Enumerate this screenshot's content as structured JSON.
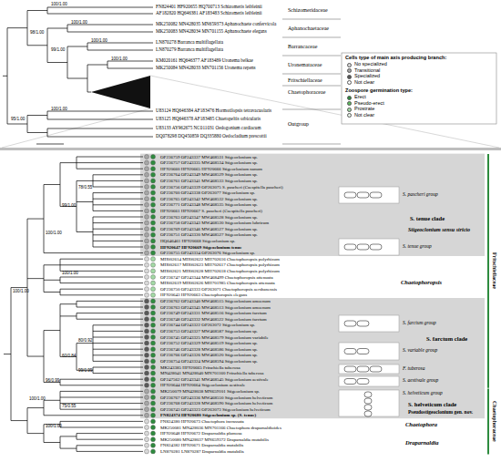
{
  "diagram": {
    "labels": [
      "FN824401 HF920655 HQ700713 Schizomeris leibleinii",
      "AF182820 HQ646381 AF183483 Schizomeris leibleinii",
      "MK250082 MN428035 MN659373 Aphanochaete confervicola",
      "MK250083 MN428034 MN701155 Aphanochaete elegans",
      "LN870278 Barranca multiflagellata",
      "LN870279 Barranca multiflagellata",
      "KM020161 HQ646377 AF183489 Uronema belkae",
      "MK250084 MN428033 MN701156 Uronema repens",
      "U83124 HQ646384 AF183476 Hormotilopsis tetravacuolaris",
      "U83125 HQ646378 AF183485 Chaetopeltis orbicularis",
      "U83133 AY962675 NC011031 Oedogonium cardiacum",
      "DQ078298 DQ450859 DQ335880 Oedocladium prescottii",
      "Schizomeridaceae",
      "Aphanochaetaceae",
      "Barrancaceae",
      "Uronemataceae",
      "Fritschiellaceae",
      "Chaetophoraceae",
      "Outgroup",
      "100/1.00",
      "100/1.00",
      "100/1.00",
      "100/1.00",
      "98/1.00",
      "99/1.00",
      "100/1.00",
      "95/1.00",
      "Cells type of main axis producing branch:",
      "Zoospore germination type:",
      "OP236759 OP243337 MW468531 Stigeoclonium sp.",
      "OP236757 OP243335 MW468534 Stigeoclonium sp.",
      "HF920660 HF920665 HF920666 Stigeoclonium nanum",
      "OP236764 OP243349 MW468529 Stigeoclonium sp.",
      "OP236761 OP243341 MW468533 Stigeoclonium sp.",
      "OP236756 OP243339 OP263075 S. pascheri (Caespitella pascheri)",
      "OP236760 OP243338 OP263077 Stigeoclonium sp.",
      "OP236765 OP243342 MW468532 Stigeoclonium sp.",
      "OP236771 OP243348 MW468535 Stigeoclonium sp.",
      "HF920661 HF920667 S. pascheri (Caespitella pascheri)",
      "OP236763 OP243347 MW468528 Stigeoclonium sp.",
      "OP236758 OP243343 MW468530 Stigeoclonium lubricum",
      "OP236769 OP243346 MW468527 Stigeoclonium sp.",
      "OP236751 OP243330 MW468527 Stigeoclonium sp.",
      "HQ646461 HF920668 Stigeoclonium sp.",
      "HF920647 HF920669 Stigeoclonium tenue",
      "OP236755 OP243334 OP263076 Stigeoclonium sp.",
      "MH002614 MH002622 MH702616 Chaetophoropsis polyrhizum",
      "MH002617 MH002623 MH702617 Chaetophoropsis polyrhizum",
      "MH002621 MH002628 MH702618 Chaetophoropsis polyrhizum",
      "OP236747 OP243344 MW468499 Chaetophoropsis attenuata",
      "MH002619 MH002626 MH701985 Chaetophoropsis attenuata",
      "OP236750 OP243333 OP263071 Chaetophoropsis aershanensis",
      "HF920643 HF920663 Chaetophoropsis elegans",
      "OP236762 OP243340 MW468515 Stigeoclonium amoenum",
      "OP236763 OP243345 MW468513 Stigeoclonium amoenum",
      "OP236749 OP243331 MW468516 Stigeoclonium farctum",
      "OP236748 OP243332 MW468522 Stigeoclonium farctum",
      "OP236744 OP243322 OP263072 Stigeoclonium sp.",
      "OP236753 OP243327 MW468587 Stigeoclonium sp.",
      "OP236745 OP243325 MW468579 Stigeoclonium variabile",
      "OP236752 OP243329 MW468519 Stigeoclonium sp.",
      "OP236746 OP243328 MW468586 Stigeoclonium sp.",
      "OP236766 OP243326 MW468520 Stigeoclonium sp.",
      "OP236754 OP243324 MW468594 Stigeoclonium sp.",
      "MK243385 HF920665 Fritschiella tuberosa",
      "MN428041 MN428040 MN701160 Fritschiella tuberosa",
      "OP247562 OP243341 MW468545 Stigeoclonium aestivale",
      "HF920644 HF920664 Stigeoclonium aestivale",
      "MK250079 MN428038 MN659101 Stigeoclonium sp.",
      "OP236767 OP243336 MW468550 Stigeoclonium helveticum",
      "OP236768 OP243328 MW468590 Stigeoclonium helveticum",
      "OP236743 OP243323 OP263073 Stigeoclonium helveticum",
      "FN824374 HF920680 Stigeoclonium sp. (S. tenue)",
      "FN824380 HF920673 Chaetophora incrassata",
      "MK250081 MN428036 MN701166 Chaetophora draparnaldioides",
      "HF920648 HF920672 Draparnaldia plumosa",
      "MK250080 MN428037 MN659372 Draparnaldia mutabilis",
      "FN824382 HF920671 Draparnaldia mutabilis",
      "LN870281 LN870287 Draparnaldia mutabilis",
      "78/0.55",
      "99/1.00",
      "100/1.00",
      "100/1.00",
      "100/1.00",
      "80/0.92",
      "60/0.84",
      "99/0.99",
      "96/0.99",
      "100/1.00",
      "75/0.55",
      "100/1.00",
      "S. pascheri group",
      "S. tenue group",
      "S. tenue clade",
      "Stigeoclonium sensu stricto",
      "Chaetophoropsis",
      "S. farctum group",
      "S. farctum clade",
      "S. variable group",
      "F. tuberosa",
      "S. aestivale group",
      "S. helveticum group",
      "S. helveticum clade",
      "Pseudostigeoclonium gen. nov.",
      "Chaetophora",
      "Draparnaldia",
      "Fritschiellaceae",
      "Chaetophoraceae"
    ],
    "legend": [
      {
        "text": "No specialized",
        "color": "#d9d9d9"
      },
      {
        "text": "Transitional",
        "color": "#a6a6a6"
      },
      {
        "text": "Specialized",
        "color": "#595959"
      },
      {
        "text": "Not clear",
        "color": "#ffffff"
      },
      {
        "text": "Erect",
        "color": "#2e8b3e"
      },
      {
        "text": "Pseudo-erect",
        "color": "#5cb85c"
      },
      {
        "text": "Prostrate",
        "color": "#a3d9a5"
      },
      {
        "text": "Not clear",
        "color": "#e8f5e9"
      }
    ]
  }
}
